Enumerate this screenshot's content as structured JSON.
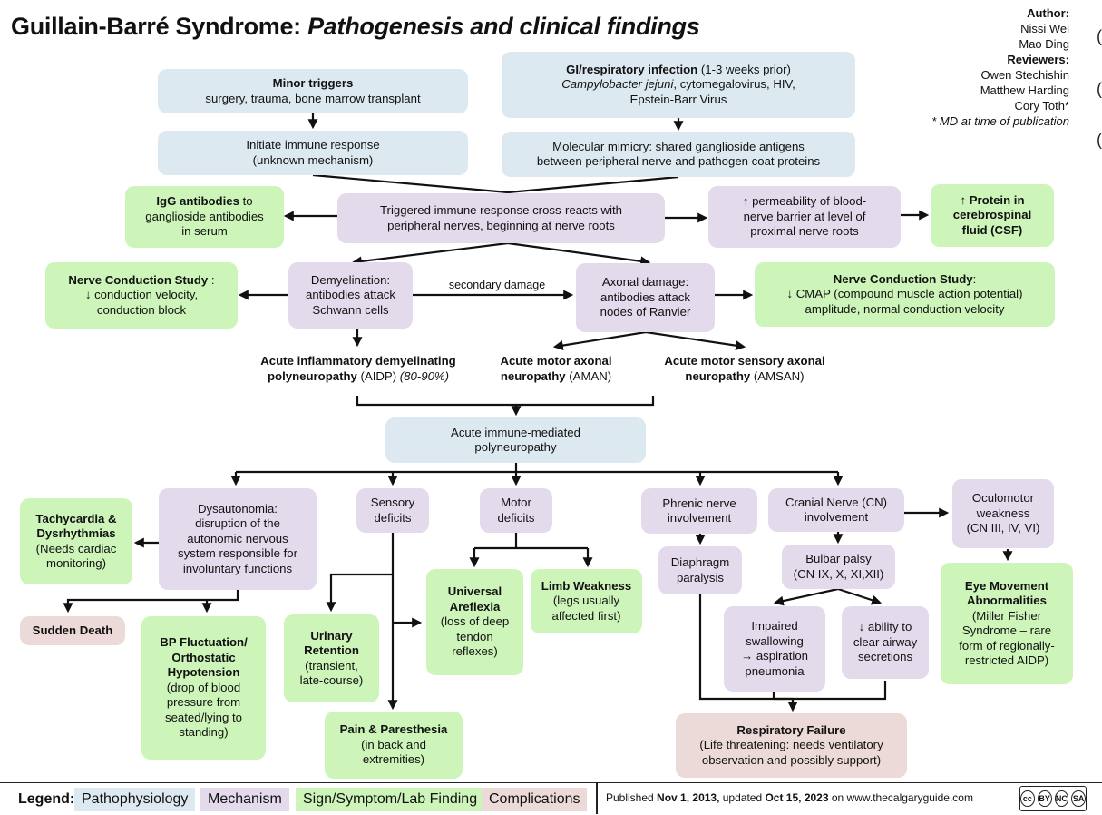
{
  "title": {
    "main": "Guillain-Barré Syndrome:",
    "sub": "Pathogenesis and clinical findings"
  },
  "credits": {
    "author_label": "Author:",
    "authors": [
      "Nissi Wei",
      "Mao Ding"
    ],
    "reviewers_label": "Reviewers:",
    "reviewers": [
      "Owen Stechishin",
      "Matthew Harding",
      "Cory Toth*"
    ],
    "note": "* MD at time of publication"
  },
  "nodes": {
    "minor_triggers": {
      "title": "Minor triggers",
      "text": "surgery, trauma, bone marrow transplant"
    },
    "initiate_immune": {
      "l1": "Initiate immune response",
      "l2": "(unknown mechanism)"
    },
    "gi_infection": {
      "title": "GI/respiratory infection",
      "title_rest": " (1-3 weeks prior)",
      "italic": "Campylobacter jejuni",
      "rest": ", cytomegalovirus, HIV,",
      "l3": "Epstein-Barr Virus"
    },
    "molecular_mimicry": {
      "l1": "Molecular mimicry: shared ganglioside antigens",
      "l2": "between peripheral nerve and pathogen coat proteins"
    },
    "igg": {
      "bold": "IgG antibodies",
      "rest": " to",
      "l2": "ganglioside antibodies",
      "l3": "in serum"
    },
    "triggered": {
      "l1": "Triggered immune response cross-reacts with",
      "l2": "peripheral nerves, beginning at nerve roots"
    },
    "permeability": {
      "l1": "↑ permeability of blood-",
      "l2": "nerve barrier at level of",
      "l3": "proximal nerve roots"
    },
    "protein_csf": {
      "l1": "↑ Protein in",
      "l2": "cerebrospinal",
      "l3": "fluid (CSF)"
    },
    "ncs_left": {
      "bold": "Nerve Conduction Study",
      "rest": " :",
      "l2": "↓ conduction velocity,",
      "l3": "conduction block"
    },
    "demyelination": {
      "l1": "Demyelination:",
      "l2": "antibodies attack",
      "l3": "Schwann cells"
    },
    "secondary_damage": "secondary damage",
    "axonal": {
      "l1": "Axonal damage:",
      "l2": "antibodies attack",
      "l3": "nodes of Ranvier"
    },
    "ncs_right": {
      "bold": "Nerve Conduction Study",
      "rest": ":",
      "l2": "↓ CMAP (compound muscle action potential)",
      "l3": "amplitude, normal conduction velocity"
    },
    "aidp": {
      "bold1": "Acute inflammatory demyelinating",
      "bold2": "polyneuropathy",
      "rest": " (AIDP) ",
      "pct": "(80-90%)"
    },
    "aman": {
      "bold1": "Acute motor axonal",
      "bold2": "neuropathy",
      "rest": " (AMAN)"
    },
    "amsan": {
      "bold1": "Acute motor sensory axonal",
      "bold2": "neuropathy",
      "rest": " (AMSAN)"
    },
    "immune_mediated": {
      "l1": "Acute immune-mediated",
      "l2": "polyneuropathy"
    },
    "tachycardia": {
      "l1": "Tachycardia &",
      "l2": "Dysrhythmias",
      "l3": "(Needs cardiac",
      "l4": "monitoring)"
    },
    "dysautonomia": {
      "l1": "Dysautonomia:",
      "l2": "disruption of the",
      "l3": "autonomic nervous",
      "l4": "system responsible for",
      "l5": "involuntary functions"
    },
    "sudden_death": "Sudden Death",
    "bp": {
      "l1": "BP Fluctuation/",
      "l2": "Orthostatic",
      "l3": "Hypotension",
      "l4": "(drop of blood",
      "l5": "pressure from",
      "l6": "seated/lying to",
      "l7": "standing)"
    },
    "sensory": {
      "l1": "Sensory",
      "l2": "deficits"
    },
    "urinary": {
      "l1": "Urinary",
      "l2": "Retention",
      "l3": "(transient,",
      "l4": "late-course)"
    },
    "pain": {
      "l1": "Pain & Paresthesia",
      "l2": "(in back and",
      "l3": "extremities)"
    },
    "motor": {
      "l1": "Motor",
      "l2": "deficits"
    },
    "areflexia": {
      "l1": "Universal",
      "l2": "Areflexia",
      "l3": "(loss of deep",
      "l4": "tendon",
      "l5": "reflexes)"
    },
    "limb": {
      "l1": "Limb Weakness",
      "l2": "(legs usually",
      "l3": "affected first)"
    },
    "phrenic": {
      "l1": "Phrenic nerve",
      "l2": "involvement"
    },
    "diaphragm": {
      "l1": "Diaphragm",
      "l2": "paralysis"
    },
    "cranial": {
      "l1": "Cranial Nerve (CN)",
      "l2": "involvement"
    },
    "bulbar": {
      "l1": "Bulbar palsy",
      "l2": "(CN IX, X, XI,XII)"
    },
    "impaired": {
      "l1": "Impaired",
      "l2": "swallowing",
      "l3": "→ aspiration",
      "l4": "pneumonia"
    },
    "airway": {
      "l1": "↓ ability to",
      "l2": "clear airway",
      "l3": "secretions"
    },
    "respiratory": {
      "l1": "Respiratory Failure",
      "l2": "(Life threatening: needs ventilatory",
      "l3": "observation and possibly support)"
    },
    "oculomotor": {
      "l1": "Oculomotor",
      "l2": "weakness",
      "l3": "(CN III, IV, VI)"
    },
    "eye": {
      "l1": "Eye Movement",
      "l2": "Abnormalities",
      "l3": "(Miller Fisher",
      "l4": "Syndrome – rare",
      "l5": "form of regionally-",
      "l6": "restricted AIDP)"
    }
  },
  "legend": {
    "label": "Legend:",
    "items": [
      "Pathophysiology",
      "Mechanism",
      "Sign/Symptom/Lab Finding",
      "Complications"
    ],
    "colors": {
      "pathophysiology": "#dde9f0",
      "mechanism": "#e3dbec",
      "sign": "#cdf5b9",
      "complications": "#ecdad8"
    }
  },
  "footer": {
    "pre": "Published ",
    "date1": "Nov 1, 2013,",
    "mid": " updated ",
    "date2": "Oct 15, 2023",
    "post": " on www.thecalgaryguide.com"
  },
  "license": {
    "cc": "cc",
    "by": "BY",
    "nc": "NC",
    "sa": "SA"
  }
}
